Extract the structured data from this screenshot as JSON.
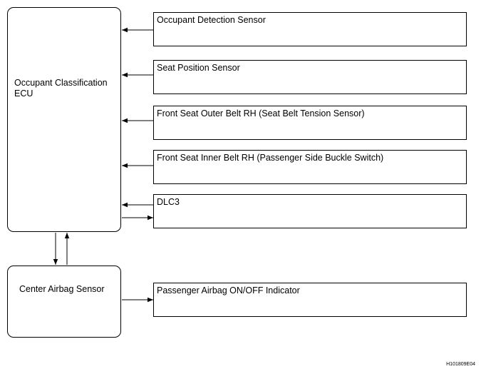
{
  "ecu": {
    "label": "Occupant Classification\nECU"
  },
  "center_airbag_sensor": {
    "label": "Center Airbag Sensor"
  },
  "inputs": [
    {
      "label": "Occupant Detection Sensor"
    },
    {
      "label": "Seat Position Sensor"
    },
    {
      "label": "Front Seat Outer Belt RH (Seat Belt Tension Sensor)"
    },
    {
      "label": "Front Seat Inner Belt RH (Passenger Side Buckle Switch)"
    },
    {
      "label": "DLC3"
    }
  ],
  "indicator": {
    "label": "Passenger Airbag ON/OFF Indicator"
  },
  "figure_code": "H101809E04"
}
